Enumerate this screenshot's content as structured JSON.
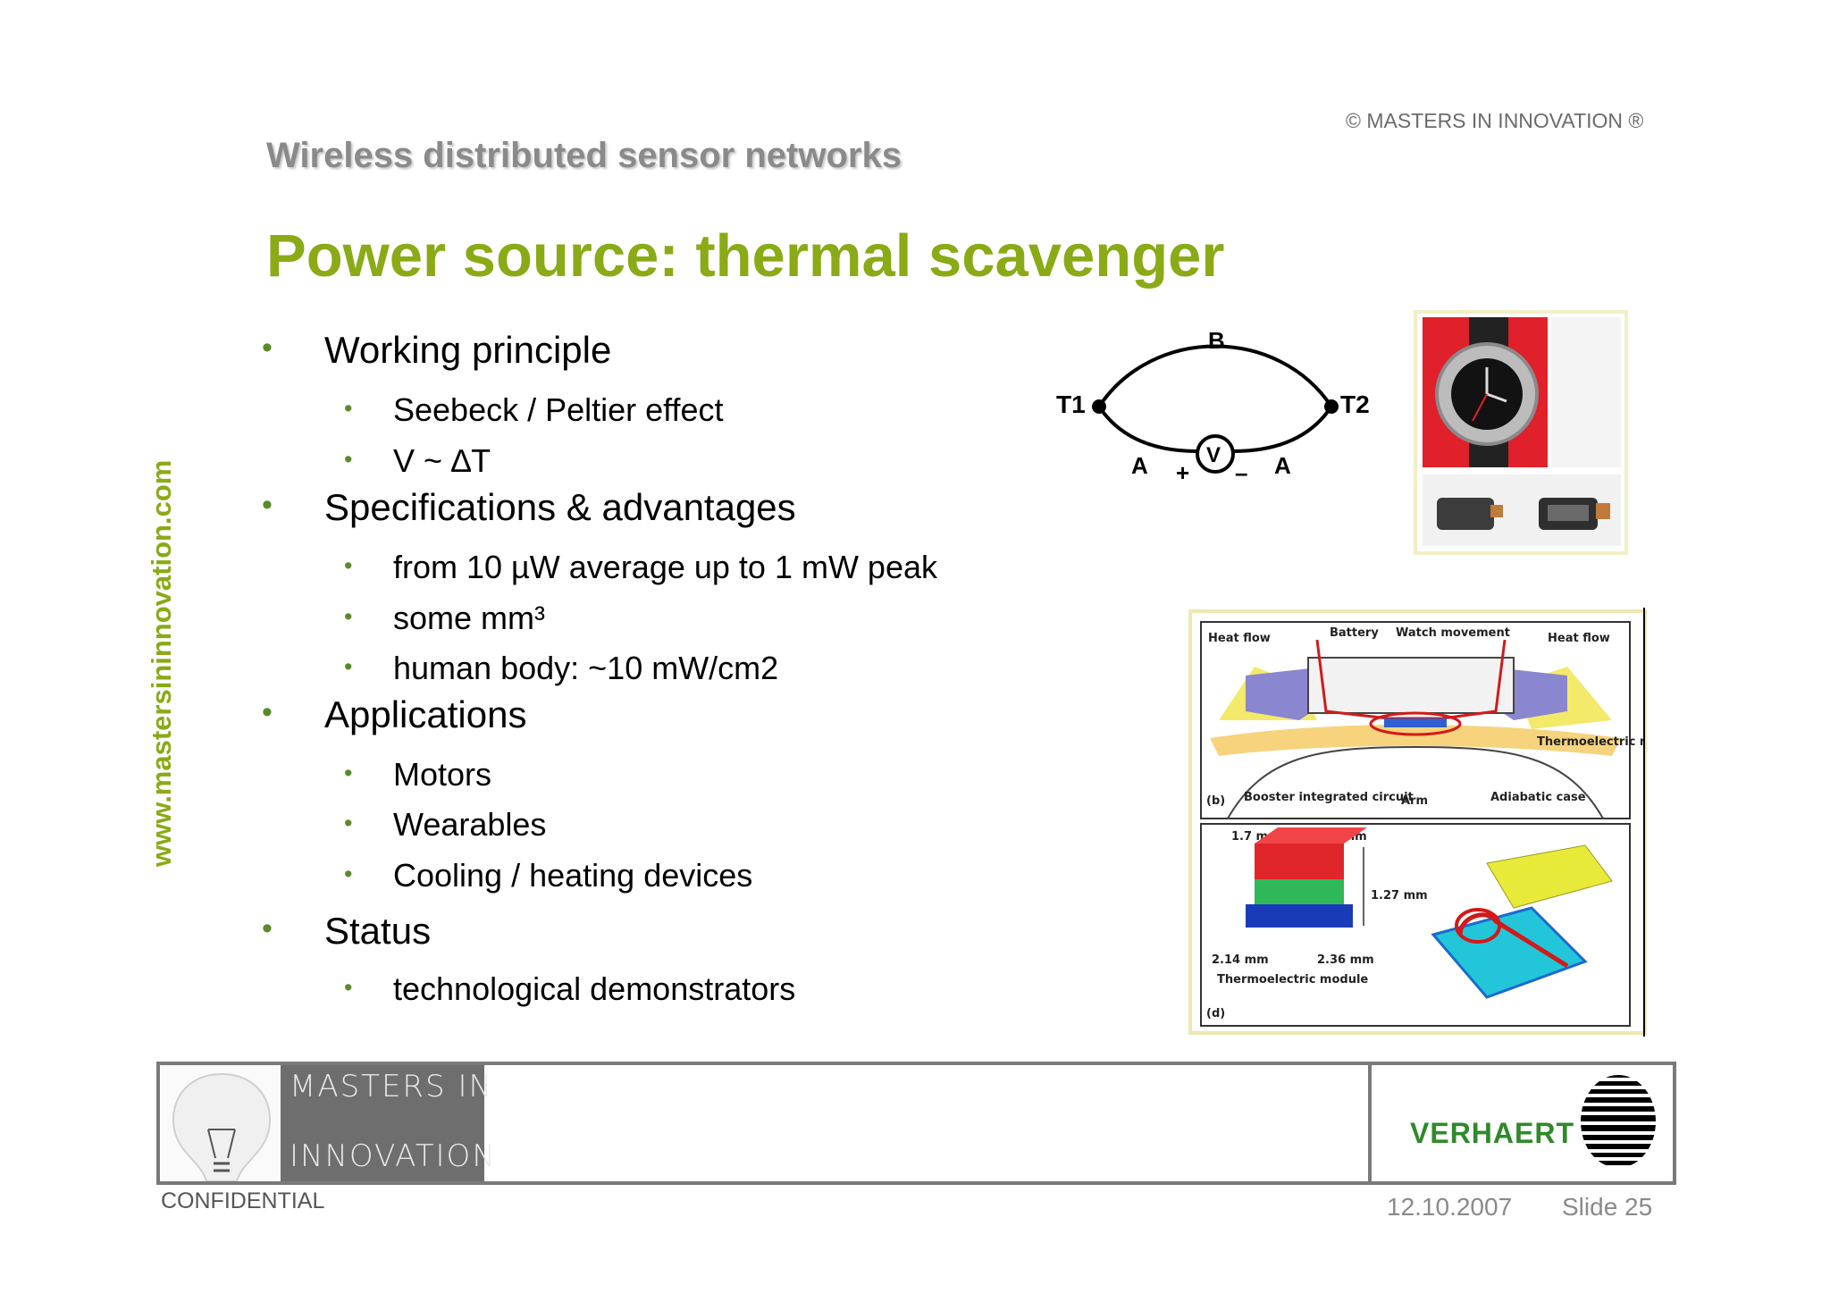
{
  "header": {
    "copyright": "© MASTERS IN INNOVATION ®",
    "section_title": "Wireless distributed sensor networks",
    "slide_title": "Power source: thermal scavenger"
  },
  "side_url": "www.mastersininnovation.com",
  "bullets": [
    {
      "text": "Working principle",
      "sub": [
        "Seebeck / Peltier effect",
        "V ~ ∆T"
      ]
    },
    {
      "text": "Specifications & advantages",
      "sub": [
        "from 10 µW average up to 1 mW peak",
        "some mm³",
        "human body: ~10  mW/cm2"
      ]
    },
    {
      "text": "Applications",
      "sub": [
        "Motors",
        "Wearables",
        "Cooling / heating devices"
      ]
    },
    {
      "text": "Status",
      "sub": [
        "technological demonstrators"
      ]
    }
  ],
  "circuit": {
    "labels": [
      "B",
      "T1",
      "T2",
      "A",
      "+",
      "V",
      "–",
      "A"
    ]
  },
  "figure_labels": {
    "heat_flow_left": "Heat flow",
    "battery": "Battery",
    "watch_movement": "Watch movement",
    "heat_flow_right": "Heat flow",
    "thermoelectric_modules": "Thermoelectric modules",
    "booster": "Booster integrated circuit",
    "arm": "Arm",
    "adiabatic": "Adiabatic case",
    "panel_b": "(b)",
    "panel_d": "(d)",
    "dim1": "1.7 mm",
    "dim2": "2.14 mm",
    "dim3": "1.27 mm",
    "dim4": "2.14 mm",
    "dim5": "2.36 mm",
    "module": "Thermoelectric module"
  },
  "footer": {
    "logo_line1": "MASTERS  IN",
    "logo_line2": "INNOVATION",
    "brand": "VERHAERT",
    "confidential": "CONFIDENTIAL",
    "date": "12.10.2007",
    "slide": "Slide 25"
  }
}
